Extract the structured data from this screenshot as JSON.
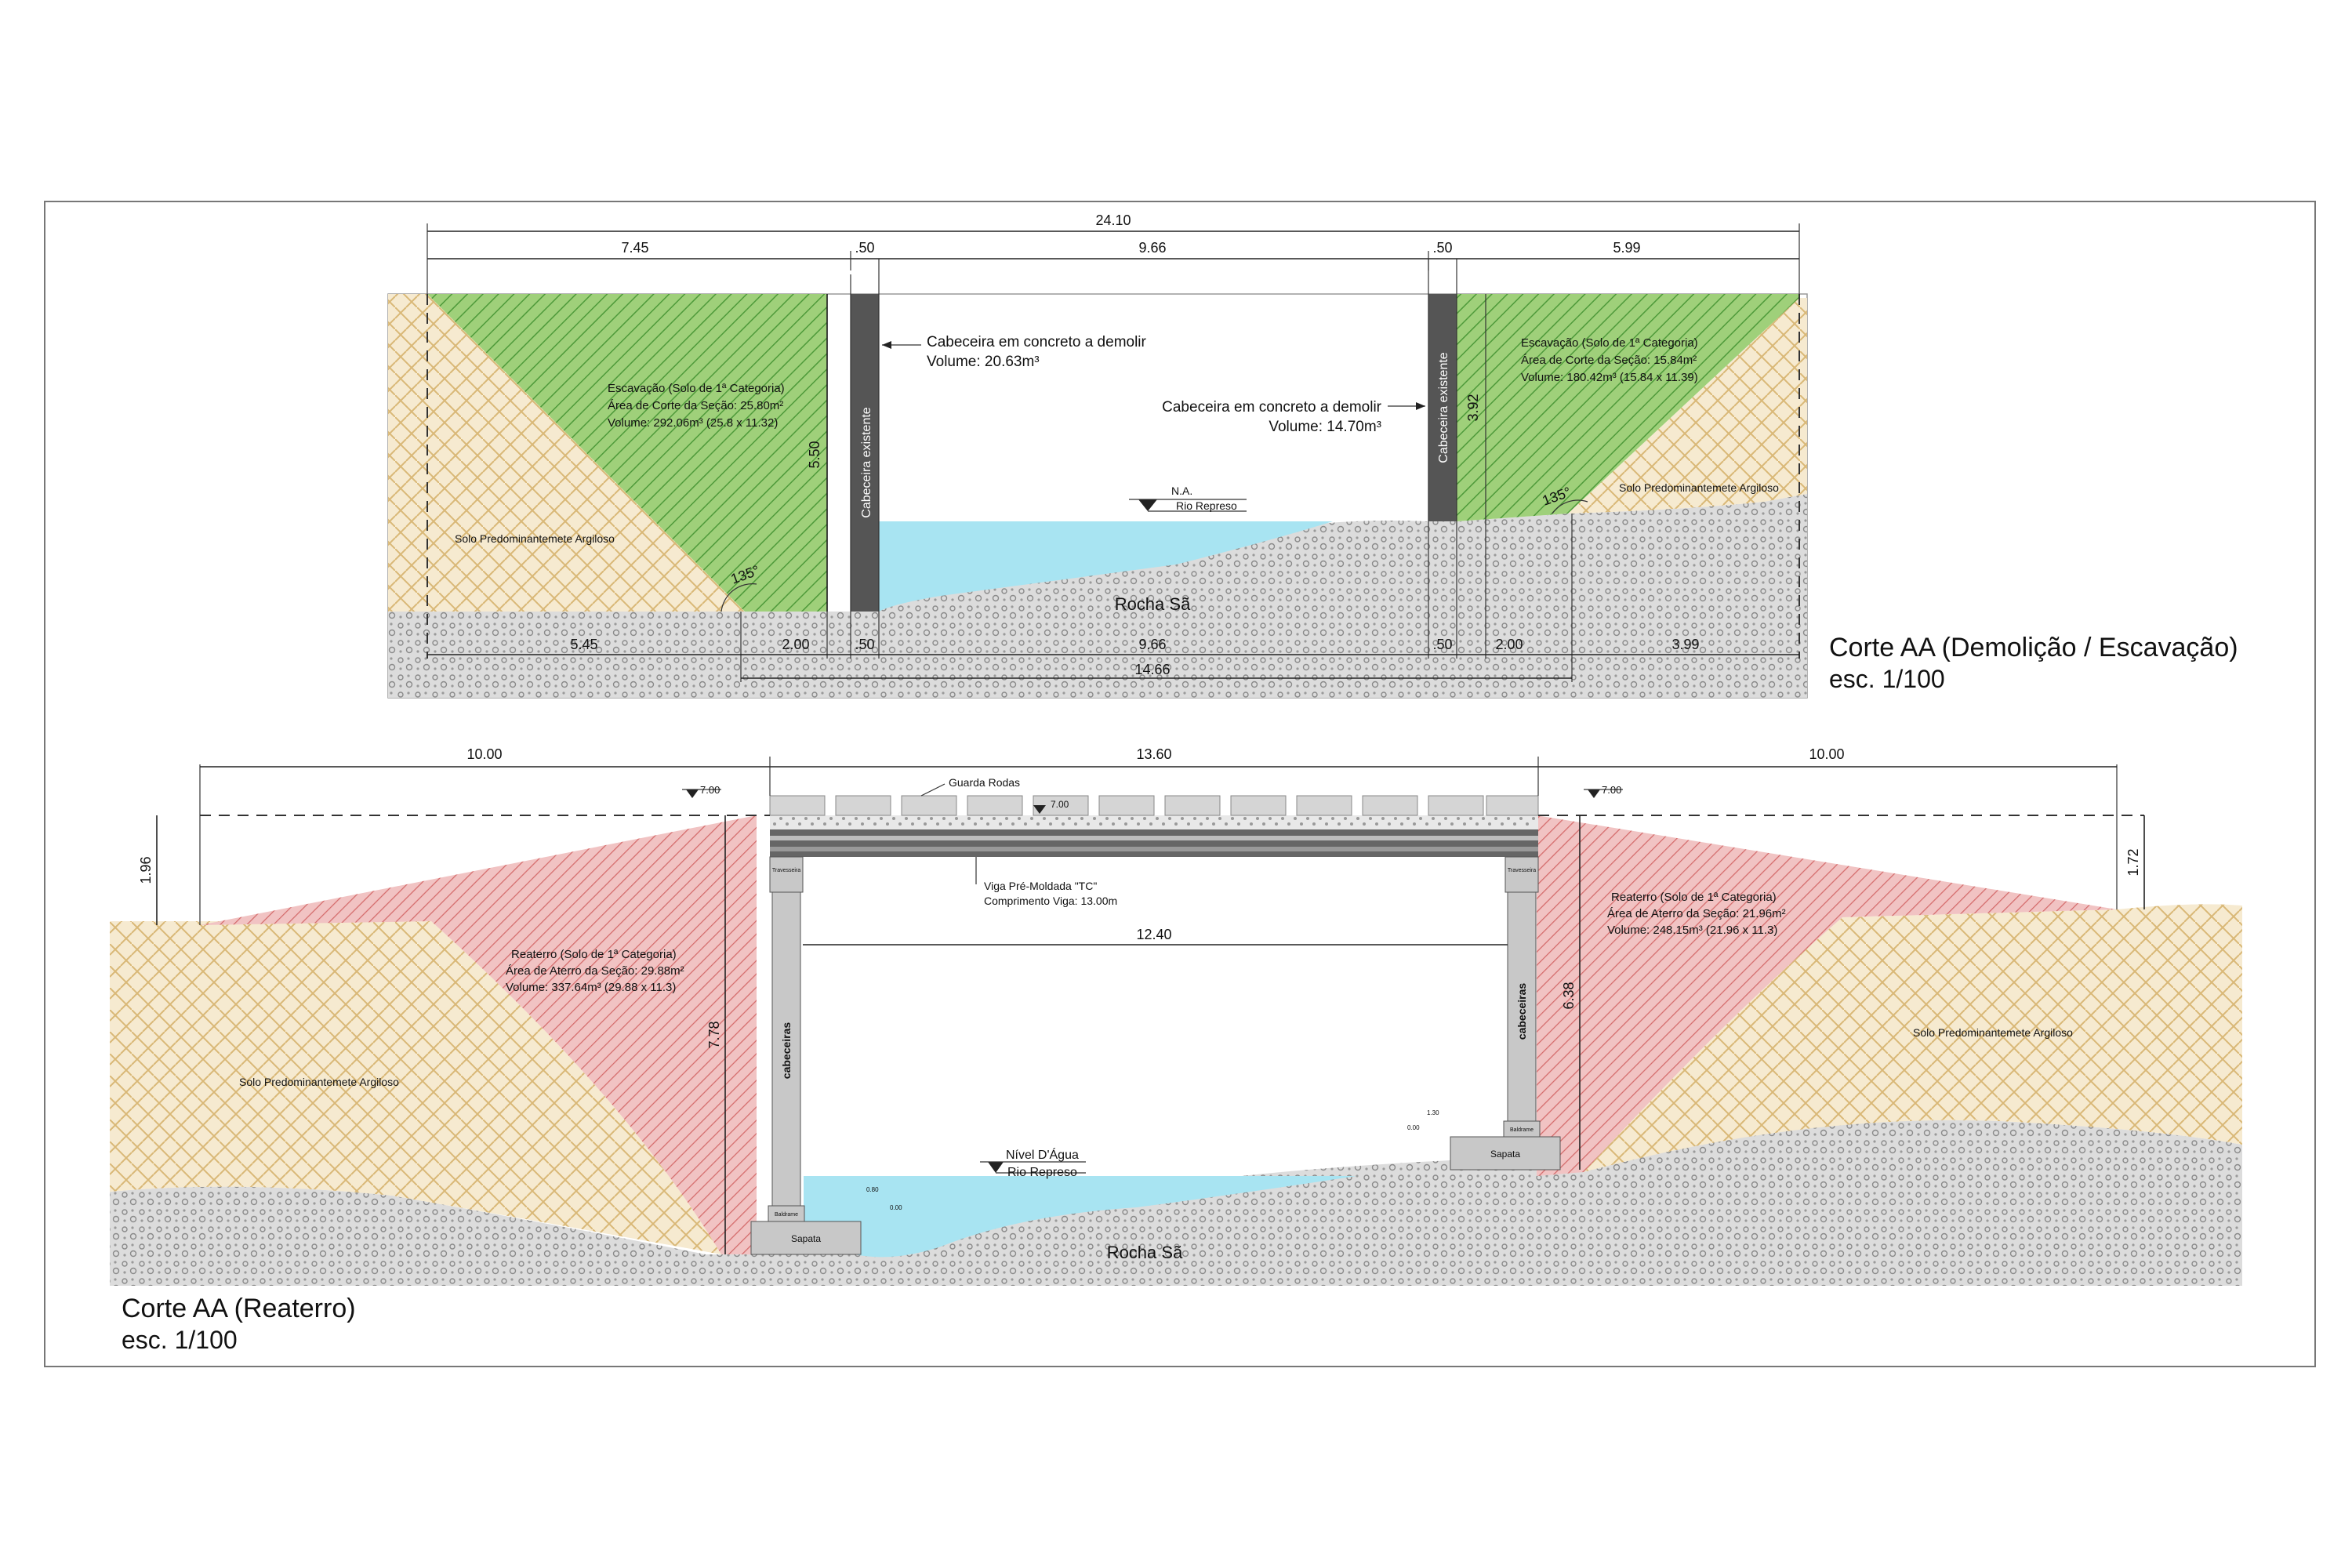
{
  "colors": {
    "excavation_green": "#8dc56b",
    "refill_red": "#e8a0a0",
    "clay_soil": "#f4e6c6",
    "rock": "#d9d9d9",
    "water": "#a8e4f2",
    "concrete_dark": "#555555",
    "concrete_light": "#c8c8c8"
  },
  "top_section": {
    "title": "Corte AA (Demolição / Escavação)",
    "scale": "esc. 1/100",
    "dims_top": {
      "total": "24.10",
      "left": "7.45",
      "left_wall": ".50",
      "middle": "9.66",
      "right_wall": ".50",
      "right": "5.99"
    },
    "dims_bottom": {
      "a": "5.45",
      "b": "2.00",
      "c": ".50",
      "d": "9.66",
      "e": ".50",
      "f": "2.00",
      "g": "3.99",
      "total": "14.66"
    },
    "left_height": "5.50",
    "right_height": "3.92",
    "left_wall_label": "Cabeceira existente",
    "right_wall_label": "Cabeceira existente",
    "left_demolish_label": "Cabeceira em concreto a demolir",
    "left_demolish_volume": "Volume: 20.63m³",
    "right_demolish_label": "Cabeceira em concreto a demolir",
    "right_demolish_volume": "Volume: 14.70m³",
    "left_excav_title": "Escavação (Solo de 1ª Categoria)",
    "left_excav_area": "Área de Corte da Seção: 25.80m²",
    "left_excav_volume": "Volume: 292.06m³ (25.8 x 11.32)",
    "right_excav_title": "Escavação (Solo de 1ª Categoria)",
    "right_excav_area": "Área de Corte da Seção: 15.84m²",
    "right_excav_volume": "Volume: 180.42m³ (15.84 x 11.39)",
    "clay_label_left": "Solo Predominantemete Argiloso",
    "clay_label_right": "Solo Predominantemete Argiloso",
    "angle_left": "135°",
    "angle_right": "135°",
    "water_symbol": "N.A.",
    "water_label": "Rio Represo",
    "rock_label": "Rocha Sã"
  },
  "bottom_section": {
    "title": "Corte AA (Reaterro)",
    "scale": "esc. 1/100",
    "dims_top": {
      "left": "10.00",
      "middle": "13.60",
      "right": "10.00"
    },
    "span_inner": "12.40",
    "left_height": "1.96",
    "right_height": "1.72",
    "abut_left_height": "7.78",
    "abut_right_height": "6.38",
    "level_left": "7.00",
    "level_right": "7.00",
    "level_deck": "7.00",
    "guard_label": "Guarda Rodas",
    "beam_label": "Viga Pré-Moldada \"TC\"",
    "beam_length": "Comprimento Viga: 13.00m",
    "abut_label_left": "cabeceiras",
    "abut_label_right": "cabeceiras",
    "transom_left": "Travesseira",
    "transom_right": "Travesseira",
    "baldrame_left": "Baldrame",
    "baldrame_right": "Baldrame",
    "footing_left": "Sapata",
    "footing_right": "Sapata",
    "level_small_left_a": "0.80",
    "level_small_left_b": "0.00",
    "level_small_right_a": "1.30",
    "level_small_right_b": "0.00",
    "left_refill_title": "Reaterro (Solo de 1ª Categoria)",
    "left_refill_area": "Área de Aterro da Seção: 29.88m²",
    "left_refill_volume": "Volume: 337.64m³ (29.88 x 11.3)",
    "right_refill_title": "Reaterro (Solo de 1ª Categoria)",
    "right_refill_area": "Área de Aterro da Seção: 21.96m²",
    "right_refill_volume": "Volume: 248.15m³ (21.96 x 11.3)",
    "clay_label_left": "Solo Predominantemete Argiloso",
    "clay_label_right": "Solo Predominantemete Argiloso",
    "water_title": "Nível D'Água",
    "water_label": "Rio Represo",
    "rock_label": "Rocha Sã"
  }
}
